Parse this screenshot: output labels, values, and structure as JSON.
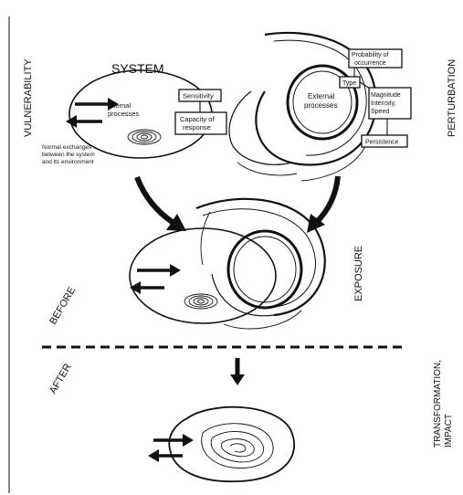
{
  "labels": {
    "vulnerability": "VULNERABILITY",
    "system_title": "SYSTEM",
    "internal_processes": [
      "Internal",
      "processes"
    ],
    "sensitivity": "Sensitivity",
    "capacity_of_response": [
      "Capacity of",
      "response"
    ],
    "normal_exchanges": [
      "Normal exchanges",
      "between the system",
      "and its environment"
    ],
    "external_processes": [
      "External",
      "processes"
    ],
    "probability_of_occurrence": [
      "Probability of",
      "occurrence"
    ],
    "type": "Type",
    "magnitude": [
      "Magnitude",
      "Intensity,",
      "Speed"
    ],
    "persistence": "Persistence",
    "perturbation": "PERTURBATION",
    "exposure": "EXPOSURE",
    "before": "BEFORE",
    "after": "AFTER",
    "transformation": [
      "TRANSFORMATION,",
      "IMPACT"
    ]
  },
  "colors": {
    "ink": "#111111",
    "background": "#ffffff"
  },
  "icons": [
    "two-way-arrow-icon",
    "spiral-icon",
    "curved-arrow-icon",
    "down-arrow-icon"
  ]
}
